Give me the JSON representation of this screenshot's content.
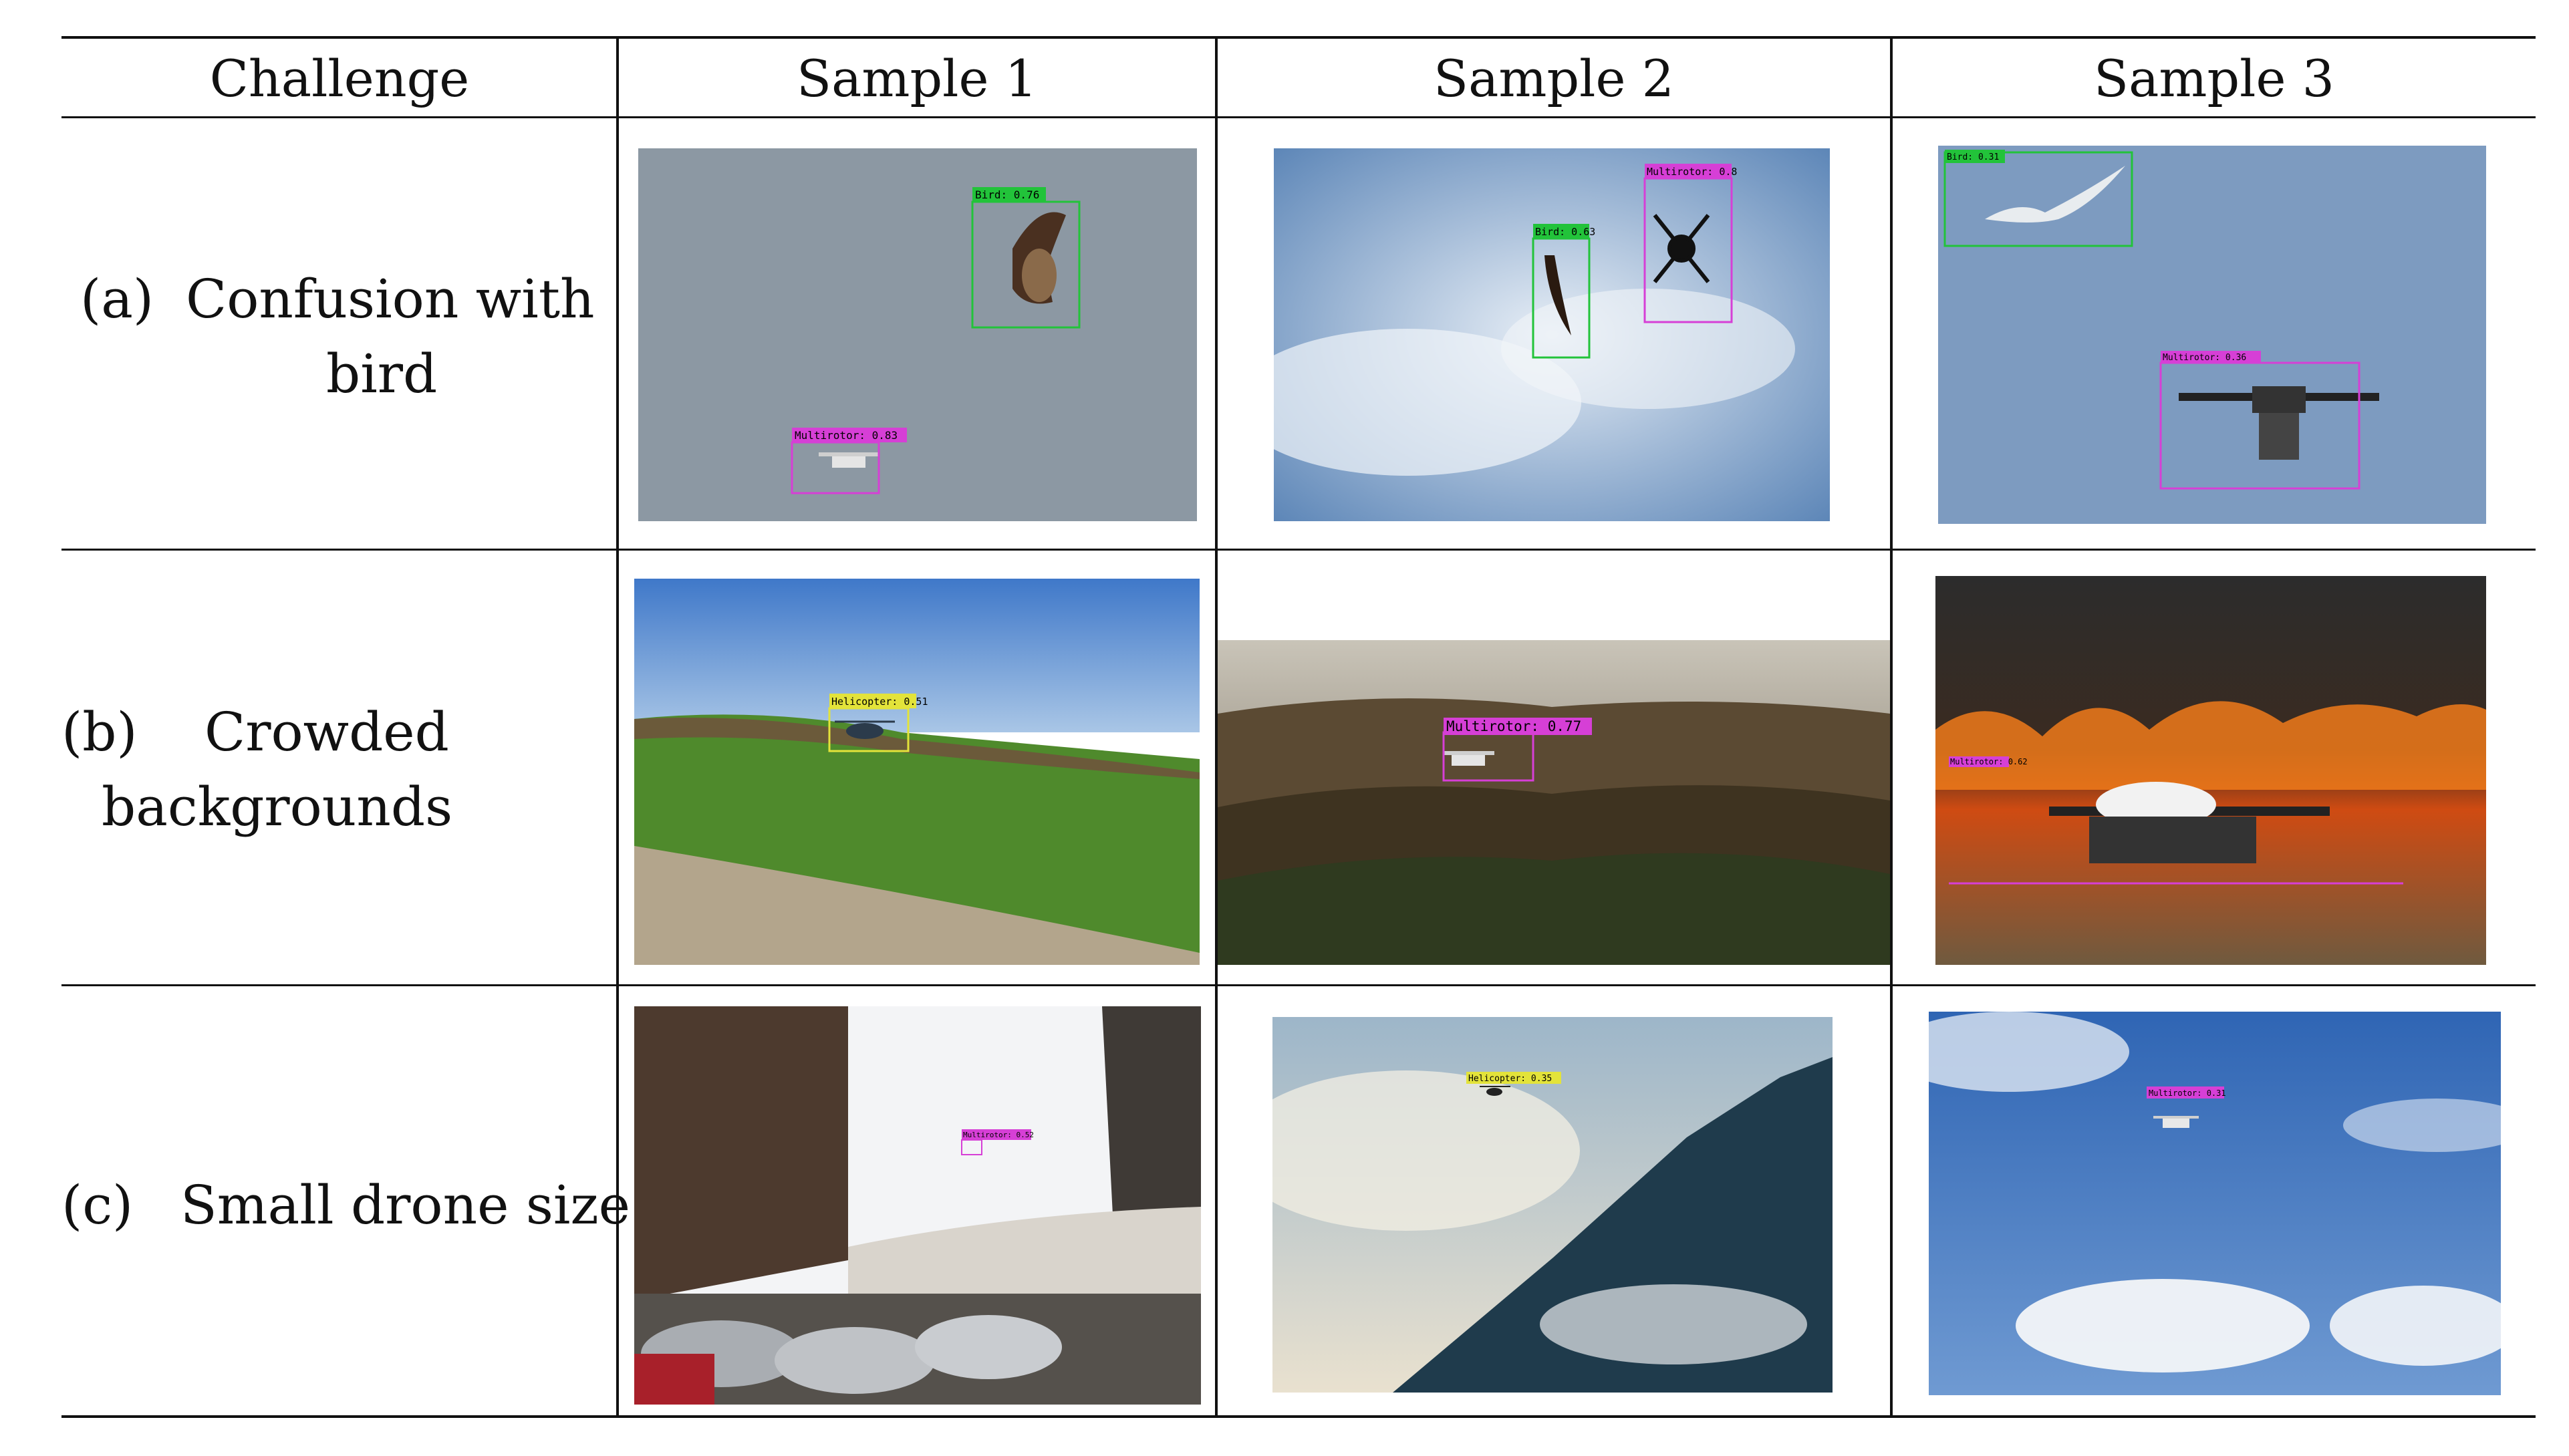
{
  "table": {
    "header": {
      "challenge": "Challenge",
      "sample1": "Sample 1",
      "sample2": "Sample 2",
      "sample3": "Sample 3"
    },
    "rows": [
      {
        "marker": "(a)",
        "line1": "Confusion with",
        "line2": "bird"
      },
      {
        "marker": "(b)",
        "line1": "Crowded",
        "line2": "backgrounds"
      },
      {
        "marker": "(c)",
        "line1": "Small drone size",
        "line2": ""
      }
    ]
  },
  "detections": {
    "r1s1": [
      {
        "label": "Bird: 0.76",
        "color": "#22c33a"
      },
      {
        "label": "Multirotor: 0.83",
        "color": "#d63fd6"
      }
    ],
    "r1s2": [
      {
        "label": "Bird: 0.63",
        "color": "#22c33a"
      },
      {
        "label": "Multirotor: 0.8",
        "color": "#d63fd6"
      }
    ],
    "r1s3": [
      {
        "label": "Bird: 0.31",
        "color": "#22c33a"
      },
      {
        "label": "Multirotor: 0.36",
        "color": "#d63fd6"
      }
    ],
    "r2s1": [
      {
        "label": "Helicopter: 0.51",
        "color": "#e3e33a"
      }
    ],
    "r2s2": [
      {
        "label": "Multirotor: 0.77",
        "color": "#d63fd6"
      }
    ],
    "r2s3": [
      {
        "label": "Multirotor: 0.62",
        "color": "#d63fd6"
      }
    ],
    "r3s1": [
      {
        "label": "Multirotor: 0.52",
        "color": "#d63fd6"
      }
    ],
    "r3s2": [
      {
        "label": "Helicopter: 0.35",
        "color": "#e3e33a"
      }
    ],
    "r3s3": [
      {
        "label": "Multirotor: 0.31",
        "color": "#d63fd6"
      }
    ]
  }
}
